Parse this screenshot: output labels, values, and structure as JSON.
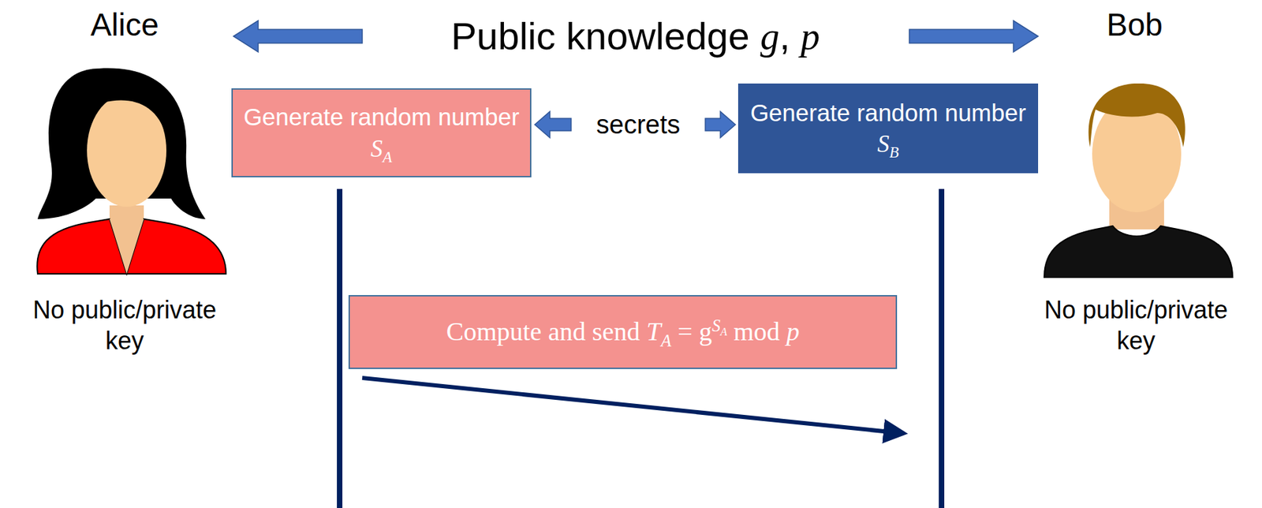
{
  "diagram": {
    "nodes": [
      {
        "text": [
          "Generate random number SA"
        ]
      },
      {
        "text": [
          "Generate random number SB"
        ]
      },
      {
        "text": [
          "Compute and send TA = gSA mod p"
        ]
      }
    ],
    "labels": [
      "Alice",
      "Bob",
      "Public knowledge g, p",
      "secrets",
      "No public/private key",
      "No public/private key"
    ]
  }
}
